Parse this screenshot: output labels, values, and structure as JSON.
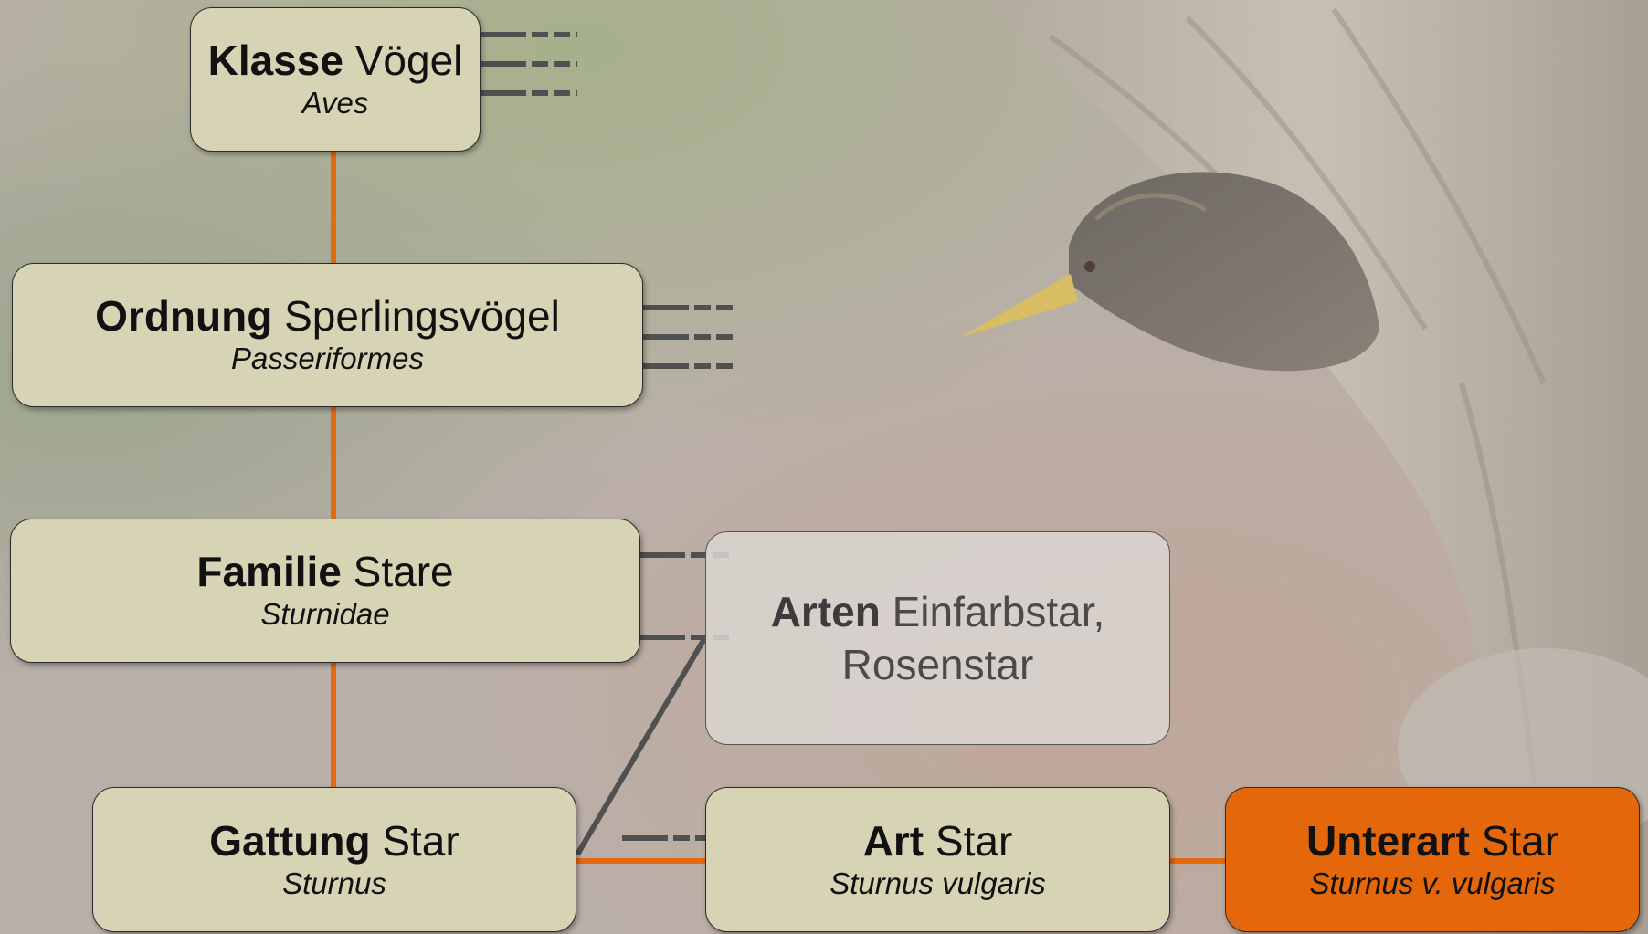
{
  "colors": {
    "box_fill": "#d7d3b5",
    "highlight_fill": "#e4670c",
    "faded_fill": "#dad6d2",
    "connector_orange": "#e46a10",
    "connector_gray": "#505050"
  },
  "background_image": "starling-bird-on-tree-trunk",
  "nodes": {
    "klasse": {
      "rank": "Klasse",
      "name": "Vögel",
      "latin": "Aves"
    },
    "ordnung": {
      "rank": "Ordnung",
      "name": "Sperlingsvögel",
      "latin": "Passeriformes"
    },
    "familie": {
      "rank": "Familie",
      "name": "Stare",
      "latin": "Sturnidae"
    },
    "gattung": {
      "rank": "Gattung",
      "name": "Star",
      "latin": "Sturnus"
    },
    "arten": {
      "rank": "Arten",
      "name": "Einfarbstar,",
      "name2": "Rosenstar"
    },
    "art": {
      "rank": "Art",
      "name": "Star",
      "latin": "Sturnus vulgaris"
    },
    "unterart": {
      "rank": "Unterart",
      "name": "Star",
      "latin": "Sturnus v. vulgaris"
    }
  }
}
